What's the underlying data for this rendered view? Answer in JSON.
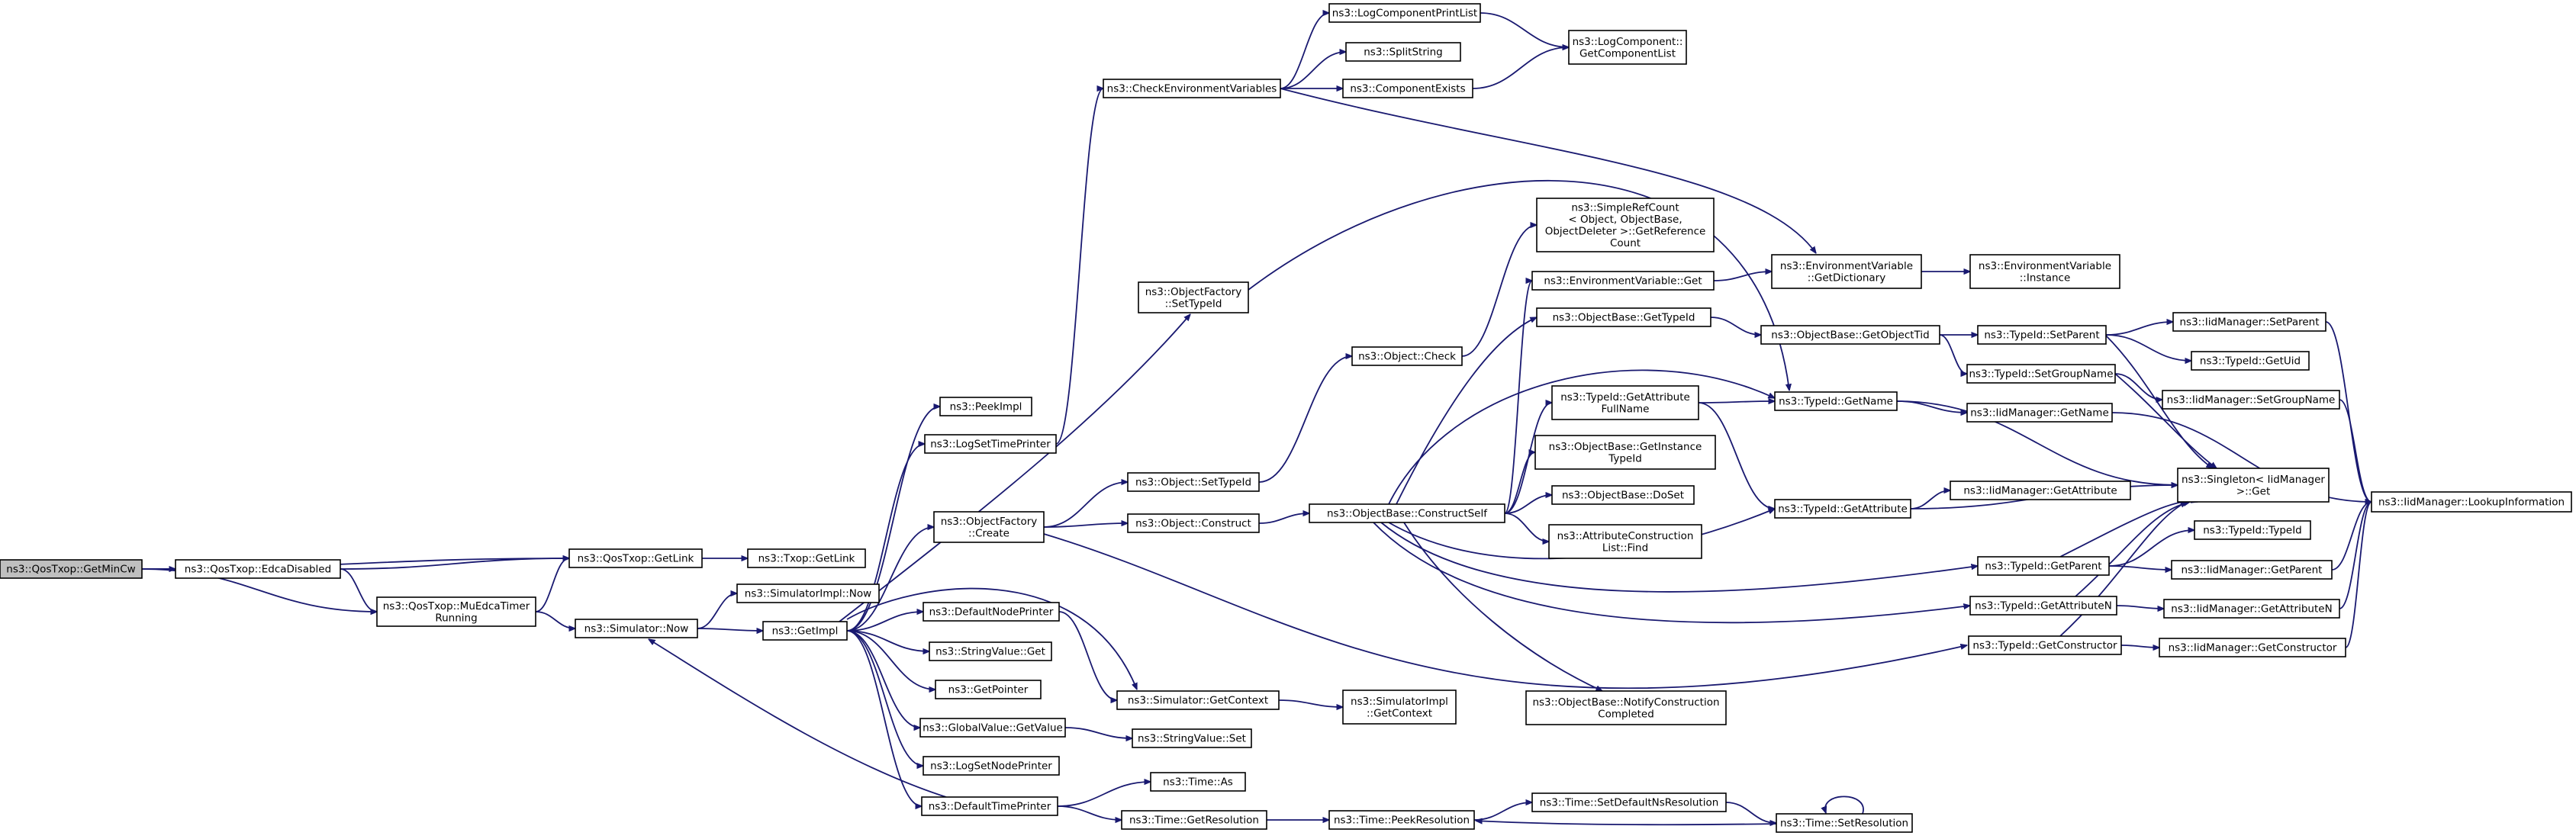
{
  "graph": {
    "root": "n_getmincw",
    "nodes": [
      {
        "id": "n_getmincw",
        "lines": [
          "ns3::QosTxop::GetMinCw"
        ]
      },
      {
        "id": "n_edcadisabled",
        "lines": [
          "ns3::QosTxop::EdcaDisabled"
        ]
      },
      {
        "id": "n_qgetlink",
        "lines": [
          "ns3::QosTxop::GetLink"
        ]
      },
      {
        "id": "n_tgetlink",
        "lines": [
          "ns3::Txop::GetLink"
        ]
      },
      {
        "id": "n_muedca",
        "lines": [
          "ns3::QosTxop::MuEdcaTimer",
          "Running"
        ]
      },
      {
        "id": "n_simimplnow",
        "lines": [
          "ns3::SimulatorImpl::Now"
        ]
      },
      {
        "id": "n_simnow",
        "lines": [
          "ns3::Simulator::Now"
        ]
      },
      {
        "id": "n_getimpl",
        "lines": [
          "ns3::GetImpl"
        ]
      },
      {
        "id": "n_peekimpl",
        "lines": [
          "ns3::PeekImpl"
        ]
      },
      {
        "id": "n_logsettime",
        "lines": [
          "ns3::LogSetTimePrinter"
        ]
      },
      {
        "id": "n_ofcreate",
        "lines": [
          "ns3::ObjectFactory",
          "::Create"
        ]
      },
      {
        "id": "n_defnodeprinter",
        "lines": [
          "ns3::DefaultNodePrinter"
        ]
      },
      {
        "id": "n_svget",
        "lines": [
          "ns3::StringValue::Get"
        ]
      },
      {
        "id": "n_getpointer",
        "lines": [
          "ns3::GetPointer"
        ]
      },
      {
        "id": "n_gvgetvalue",
        "lines": [
          "ns3::GlobalValue::GetValue"
        ]
      },
      {
        "id": "n_logsetnode",
        "lines": [
          "ns3::LogSetNodePrinter"
        ]
      },
      {
        "id": "n_deftimeprinter",
        "lines": [
          "ns3::DefaultTimePrinter"
        ]
      },
      {
        "id": "n_ofsettypeid",
        "lines": [
          "ns3::ObjectFactory",
          "::SetTypeId"
        ]
      },
      {
        "id": "n_checkenv",
        "lines": [
          "ns3::CheckEnvironmentVariables"
        ]
      },
      {
        "id": "n_logcompprint",
        "lines": [
          "ns3::LogComponentPrintList"
        ]
      },
      {
        "id": "n_splitstring",
        "lines": [
          "ns3::SplitString"
        ]
      },
      {
        "id": "n_compexists",
        "lines": [
          "ns3::ComponentExists"
        ]
      },
      {
        "id": "n_lcgetlist",
        "lines": [
          "ns3::LogComponent::",
          "GetComponentList"
        ]
      },
      {
        "id": "n_objsettypeid",
        "lines": [
          "ns3::Object::SetTypeId"
        ]
      },
      {
        "id": "n_objconstruct",
        "lines": [
          "ns3::Object::Construct"
        ]
      },
      {
        "id": "n_objcheck",
        "lines": [
          "ns3::Object::Check"
        ]
      },
      {
        "id": "n_simctx",
        "lines": [
          "ns3::Simulator::GetContext"
        ]
      },
      {
        "id": "n_simimplctx",
        "lines": [
          "ns3::SimulatorImpl",
          "::GetContext"
        ]
      },
      {
        "id": "n_svset",
        "lines": [
          "ns3::StringValue::Set"
        ]
      },
      {
        "id": "n_timeas",
        "lines": [
          "ns3::Time::As"
        ]
      },
      {
        "id": "n_timegetres",
        "lines": [
          "ns3::Time::GetResolution"
        ]
      },
      {
        "id": "n_timepeekres",
        "lines": [
          "ns3::Time::PeekResolution"
        ]
      },
      {
        "id": "n_timesetdefns",
        "lines": [
          "ns3::Time::SetDefaultNsResolution"
        ]
      },
      {
        "id": "n_timesetres",
        "lines": [
          "ns3::Time::SetResolution"
        ]
      },
      {
        "id": "n_obconstructself",
        "lines": [
          "ns3::ObjectBase::ConstructSelf"
        ]
      },
      {
        "id": "n_simplerefcount",
        "lines": [
          "ns3::SimpleRefCount",
          "< Object, ObjectBase,",
          "ObjectDeleter >::GetReference",
          "Count"
        ]
      },
      {
        "id": "n_envget",
        "lines": [
          "ns3::EnvironmentVariable::Get"
        ]
      },
      {
        "id": "n_envgetdict",
        "lines": [
          "ns3::EnvironmentVariable",
          "::GetDictionary"
        ]
      },
      {
        "id": "n_envinstance",
        "lines": [
          "ns3::EnvironmentVariable",
          "::Instance"
        ]
      },
      {
        "id": "n_obgettypeid",
        "lines": [
          "ns3::ObjectBase::GetTypeId"
        ]
      },
      {
        "id": "n_obgetobjtid",
        "lines": [
          "ns3::ObjectBase::GetObjectTid"
        ]
      },
      {
        "id": "n_tidgetattrfull",
        "lines": [
          "ns3::TypeId::GetAttribute",
          "FullName"
        ]
      },
      {
        "id": "n_tidgetname",
        "lines": [
          "ns3::TypeId::GetName"
        ]
      },
      {
        "id": "n_obgetinsttid",
        "lines": [
          "ns3::ObjectBase::GetInstance",
          "TypeId"
        ]
      },
      {
        "id": "n_obdoset",
        "lines": [
          "ns3::ObjectBase::DoSet"
        ]
      },
      {
        "id": "n_attrconsfind",
        "lines": [
          "ns3::AttributeConstruction",
          "List::Find"
        ]
      },
      {
        "id": "n_obnotify",
        "lines": [
          "ns3::ObjectBase::NotifyConstruction",
          "Completed"
        ]
      },
      {
        "id": "n_tidsetparent",
        "lines": [
          "ns3::TypeId::SetParent"
        ]
      },
      {
        "id": "n_tidsetgroup",
        "lines": [
          "ns3::TypeId::SetGroupName"
        ]
      },
      {
        "id": "n_iidgetname",
        "lines": [
          "ns3::IidManager::GetName"
        ]
      },
      {
        "id": "n_tidgetattr",
        "lines": [
          "ns3::TypeId::GetAttribute"
        ]
      },
      {
        "id": "n_iidgetattr",
        "lines": [
          "ns3::IidManager::GetAttribute"
        ]
      },
      {
        "id": "n_tidgetparent",
        "lines": [
          "ns3::TypeId::GetParent"
        ]
      },
      {
        "id": "n_tidgetattrn",
        "lines": [
          "ns3::TypeId::GetAttributeN"
        ]
      },
      {
        "id": "n_tidgetctor",
        "lines": [
          "ns3::TypeId::GetConstructor"
        ]
      },
      {
        "id": "n_iidsetparent",
        "lines": [
          "ns3::IidManager::SetParent"
        ]
      },
      {
        "id": "n_tidgetuid",
        "lines": [
          "ns3::TypeId::GetUid"
        ]
      },
      {
        "id": "n_iidsetgroup",
        "lines": [
          "ns3::IidManager::SetGroupName"
        ]
      },
      {
        "id": "n_singletonget",
        "lines": [
          "ns3::Singleton< IidManager",
          ">::Get"
        ]
      },
      {
        "id": "n_tidtypeid",
        "lines": [
          "ns3::TypeId::TypeId"
        ]
      },
      {
        "id": "n_iidgetparent",
        "lines": [
          "ns3::IidManager::GetParent"
        ]
      },
      {
        "id": "n_iidgetattrn",
        "lines": [
          "ns3::IidManager::GetAttributeN"
        ]
      },
      {
        "id": "n_iidgetctor",
        "lines": [
          "ns3::IidManager::GetConstructor"
        ]
      },
      {
        "id": "n_iidlookup",
        "lines": [
          "ns3::IidManager::LookupInformation"
        ]
      }
    ],
    "edges": [
      [
        "n_getmincw",
        "n_edcadisabled"
      ],
      [
        "n_getmincw",
        "n_qgetlink"
      ],
      [
        "n_getmincw",
        "n_muedca"
      ],
      [
        "n_edcadisabled",
        "n_qgetlink"
      ],
      [
        "n_edcadisabled",
        "n_muedca"
      ],
      [
        "n_qgetlink",
        "n_tgetlink"
      ],
      [
        "n_muedca",
        "n_qgetlink"
      ],
      [
        "n_muedca",
        "n_simnow"
      ],
      [
        "n_simnow",
        "n_simimplnow"
      ],
      [
        "n_simnow",
        "n_getimpl"
      ],
      [
        "n_getimpl",
        "n_peekimpl"
      ],
      [
        "n_getimpl",
        "n_logsettime"
      ],
      [
        "n_getimpl",
        "n_ofsettypeid"
      ],
      [
        "n_getimpl",
        "n_ofcreate"
      ],
      [
        "n_getimpl",
        "n_simctx"
      ],
      [
        "n_getimpl",
        "n_defnodeprinter"
      ],
      [
        "n_getimpl",
        "n_svget"
      ],
      [
        "n_getimpl",
        "n_getpointer"
      ],
      [
        "n_getimpl",
        "n_gvgetvalue"
      ],
      [
        "n_getimpl",
        "n_logsetnode"
      ],
      [
        "n_getimpl",
        "n_deftimeprinter"
      ],
      [
        "n_logsettime",
        "n_checkenv"
      ],
      [
        "n_checkenv",
        "n_logcompprint"
      ],
      [
        "n_checkenv",
        "n_splitstring"
      ],
      [
        "n_checkenv",
        "n_compexists"
      ],
      [
        "n_checkenv",
        "n_envgetdict"
      ],
      [
        "n_logcompprint",
        "n_lcgetlist"
      ],
      [
        "n_compexists",
        "n_lcgetlist"
      ],
      [
        "n_ofsettypeid",
        "n_tidgetname"
      ],
      [
        "n_ofcreate",
        "n_objsettypeid"
      ],
      [
        "n_ofcreate",
        "n_objconstruct"
      ],
      [
        "n_ofcreate",
        "n_tidgetctor"
      ],
      [
        "n_objsettypeid",
        "n_objcheck"
      ],
      [
        "n_objconstruct",
        "n_obconstructself"
      ],
      [
        "n_objcheck",
        "n_simplerefcount"
      ],
      [
        "n_defnodeprinter",
        "n_simctx"
      ],
      [
        "n_simctx",
        "n_simimplctx"
      ],
      [
        "n_gvgetvalue",
        "n_svset"
      ],
      [
        "n_deftimeprinter",
        "n_simnow"
      ],
      [
        "n_deftimeprinter",
        "n_timeas"
      ],
      [
        "n_deftimeprinter",
        "n_timegetres"
      ],
      [
        "n_timegetres",
        "n_timepeekres"
      ],
      [
        "n_timepeekres",
        "n_timesetdefns"
      ],
      [
        "n_timesetdefns",
        "n_timesetres"
      ],
      [
        "n_timesetres",
        "n_timepeekres"
      ],
      [
        "n_timesetres",
        "n_timesetres"
      ],
      [
        "n_obconstructself",
        "n_envget"
      ],
      [
        "n_obconstructself",
        "n_obgettypeid"
      ],
      [
        "n_obconstructself",
        "n_tidgetattrfull"
      ],
      [
        "n_obconstructself",
        "n_tidgetname"
      ],
      [
        "n_obconstructself",
        "n_obgetinsttid"
      ],
      [
        "n_obconstructself",
        "n_obdoset"
      ],
      [
        "n_obconstructself",
        "n_attrconsfind"
      ],
      [
        "n_obconstructself",
        "n_obnotify"
      ],
      [
        "n_obconstructself",
        "n_tidgetattr"
      ],
      [
        "n_obconstructself",
        "n_tidgetparent"
      ],
      [
        "n_obconstructself",
        "n_tidgetattrn"
      ],
      [
        "n_envget",
        "n_envgetdict"
      ],
      [
        "n_envgetdict",
        "n_envinstance"
      ],
      [
        "n_obgettypeid",
        "n_obgetobjtid"
      ],
      [
        "n_obgetobjtid",
        "n_tidsetparent"
      ],
      [
        "n_obgetobjtid",
        "n_tidsetgroup"
      ],
      [
        "n_tidgetattrfull",
        "n_tidgetname"
      ],
      [
        "n_tidgetattrfull",
        "n_tidgetattr"
      ],
      [
        "n_tidgetname",
        "n_iidgetname"
      ],
      [
        "n_tidgetname",
        "n_singletonget"
      ],
      [
        "n_tidgetattr",
        "n_iidgetattr"
      ],
      [
        "n_tidgetattr",
        "n_singletonget"
      ],
      [
        "n_tidsetparent",
        "n_iidsetparent"
      ],
      [
        "n_tidsetparent",
        "n_tidgetuid"
      ],
      [
        "n_tidsetparent",
        "n_singletonget"
      ],
      [
        "n_tidsetgroup",
        "n_iidsetgroup"
      ],
      [
        "n_tidsetgroup",
        "n_singletonget"
      ],
      [
        "n_iidgetname",
        "n_iidlookup"
      ],
      [
        "n_iidsetparent",
        "n_iidlookup"
      ],
      [
        "n_iidsetgroup",
        "n_iidlookup"
      ],
      [
        "n_tidgetparent",
        "n_tidtypeid"
      ],
      [
        "n_tidgetparent",
        "n_iidgetparent"
      ],
      [
        "n_tidgetparent",
        "n_singletonget"
      ],
      [
        "n_tidgetattrn",
        "n_iidgetattrn"
      ],
      [
        "n_tidgetattrn",
        "n_singletonget"
      ],
      [
        "n_tidgetctor",
        "n_iidgetctor"
      ],
      [
        "n_tidgetctor",
        "n_singletonget"
      ],
      [
        "n_iidgetparent",
        "n_iidlookup"
      ],
      [
        "n_iidgetattrn",
        "n_iidlookup"
      ],
      [
        "n_iidgetctor",
        "n_iidlookup"
      ]
    ]
  },
  "colors": {
    "edge": "#191970",
    "node_border": "#000000",
    "node_fill": "#ffffff",
    "root_fill": "#bfbfbf",
    "background": "#ffffff"
  }
}
